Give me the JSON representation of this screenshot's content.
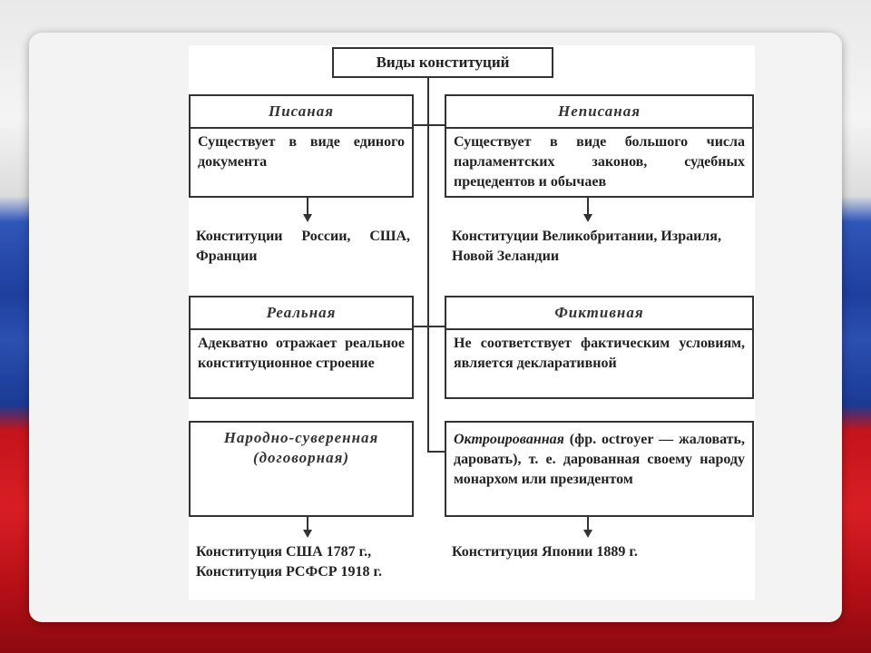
{
  "title": "Виды конституций",
  "rows": [
    {
      "left": {
        "header": "Писаная",
        "desc": "Существует в виде единого документа",
        "example": "Конституции России, США, Франции"
      },
      "right": {
        "header": "Неписаная",
        "desc": "Существует в виде большого числа парламентских законов, судебных прецедентов и обычаев",
        "example": "Конституции Великобритании, Израиля, Новой Зеландии"
      }
    },
    {
      "left": {
        "header": "Реальная",
        "desc": "Адекватно отражает реальное конституционное строение"
      },
      "right": {
        "header": "Фиктивная",
        "desc": "Не соответствует фактическим условиям, является декларативной"
      }
    },
    {
      "left": {
        "header_line1": "Народно-суверенная",
        "header_line2": "(договорная)",
        "example": "Конституция США 1787 г., Конституция РСФСР 1918 г."
      },
      "right": {
        "term": "Октроированная",
        "rest": " (фр. octroyer — жаловать, даровать), т. е. дарованная своему народу монархом или президентом",
        "example": "Конституция Японии 1889 г."
      }
    }
  ]
}
